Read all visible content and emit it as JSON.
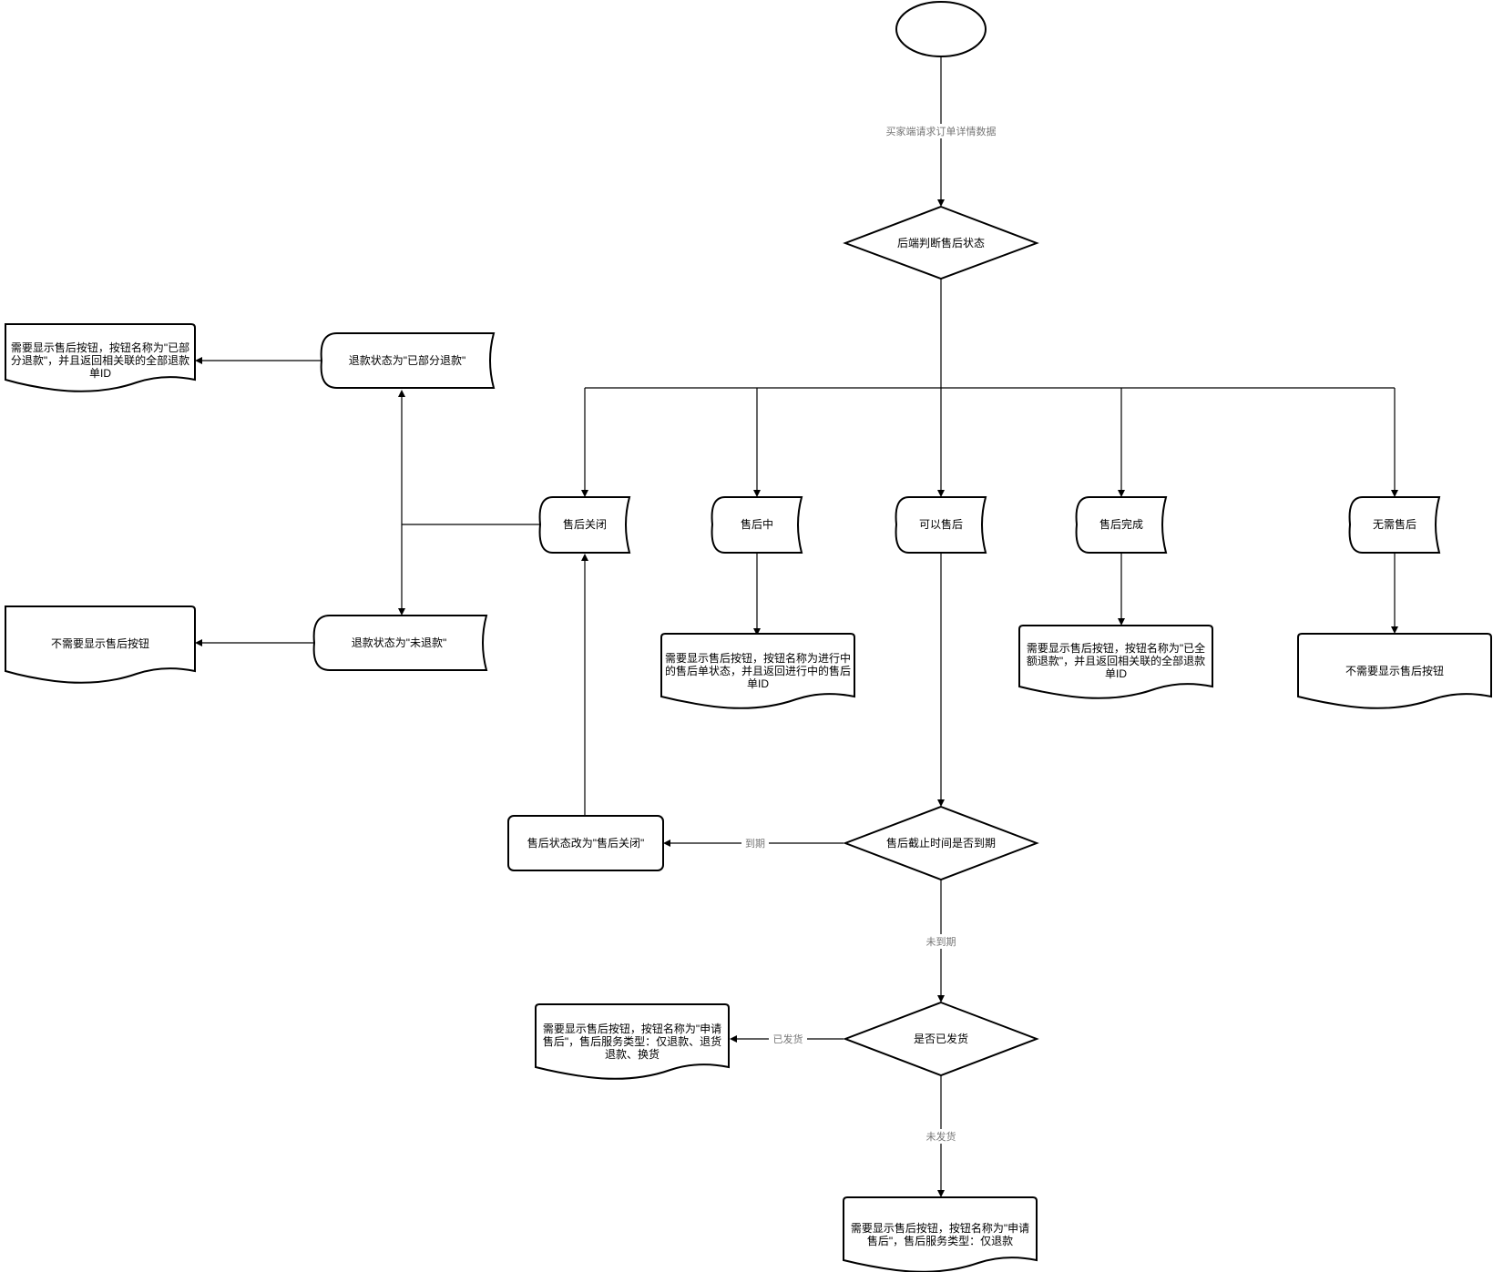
{
  "nodes": {
    "start": "",
    "judge_status": "后端判断售后状态",
    "status_closed": "售后关闭",
    "status_in_progress": "售后中",
    "status_available": "可以售后",
    "status_completed": "售后完成",
    "status_not_needed": "无需售后",
    "refund_partial": "退款状态为\"已部分退款\"",
    "refund_none": "退款状态为\"未退款\"",
    "doc_partial_refund": "需要显示售后按钮，按钮名称为\"已部分退款\"，并且返回相关联的全部退款单ID",
    "doc_no_button_left": "不需要显示售后按钮",
    "doc_in_progress": "需要显示售后按钮，按钮名称为进行中的售后单状态，并且返回进行中的售后单ID",
    "doc_full_refund": "需要显示售后按钮，按钮名称为\"已全额退款\"，并且返回相关联的全部退款单ID",
    "doc_no_button_right": "不需要显示售后按钮",
    "deadline_check": "售后截止时间是否到期",
    "set_closed": "售后状态改为\"售后关闭\"",
    "shipped_check": "是否已发货",
    "doc_shipped": "需要显示售后按钮，按钮名称为\"申请售后\"，售后服务类型：仅退款、退货退款、换货",
    "doc_not_shipped": "需要显示售后按钮，按钮名称为\"申请售后\"，售后服务类型：仅退款"
  },
  "edge_labels": {
    "request_detail": "买家端请求订单详情数据",
    "expired": "到期",
    "not_expired": "未到期",
    "shipped": "已发货",
    "not_shipped": "未发货"
  }
}
